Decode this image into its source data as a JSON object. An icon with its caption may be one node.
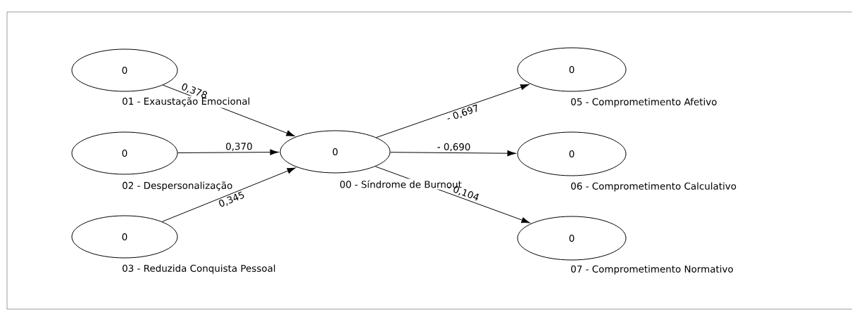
{
  "diagram": {
    "nodes": [
      {
        "text": [
          "0"
        ],
        "beside": [
          "01 - Exaustação Emocional"
        ]
      },
      {
        "text": [
          "0"
        ],
        "beside": [
          "02 - Despersonalização"
        ]
      },
      {
        "text": [
          "0"
        ],
        "beside": [
          "03 - Reduzida Conquista Pessoal"
        ]
      },
      {
        "text": [
          "0"
        ],
        "beside": [
          "00 - Síndrome de Burnout"
        ]
      },
      {
        "text": [
          "0"
        ],
        "beside": [
          "05 - Comprometimento Afetivo"
        ]
      },
      {
        "text": [
          "0"
        ],
        "beside": [
          "06 - Comprometimento Calculativo"
        ]
      },
      {
        "text": [
          "0"
        ],
        "beside": [
          "07 - Comprometimento Normativo"
        ]
      }
    ],
    "edges": [
      {
        "from": 0,
        "to": 3,
        "arrow": "to",
        "label": "0,378"
      },
      {
        "from": 1,
        "to": 3,
        "arrow": "to",
        "label": "0,370"
      },
      {
        "from": 2,
        "to": 3,
        "arrow": "to",
        "label": "0,345"
      },
      {
        "from": 3,
        "to": 4,
        "arrow": "to",
        "label": "- 0,697"
      },
      {
        "from": 3,
        "to": 5,
        "arrow": "to",
        "label": "- 0,690"
      },
      {
        "from": 3,
        "to": 6,
        "arrow": "to",
        "label": "- 0,104"
      }
    ]
  }
}
